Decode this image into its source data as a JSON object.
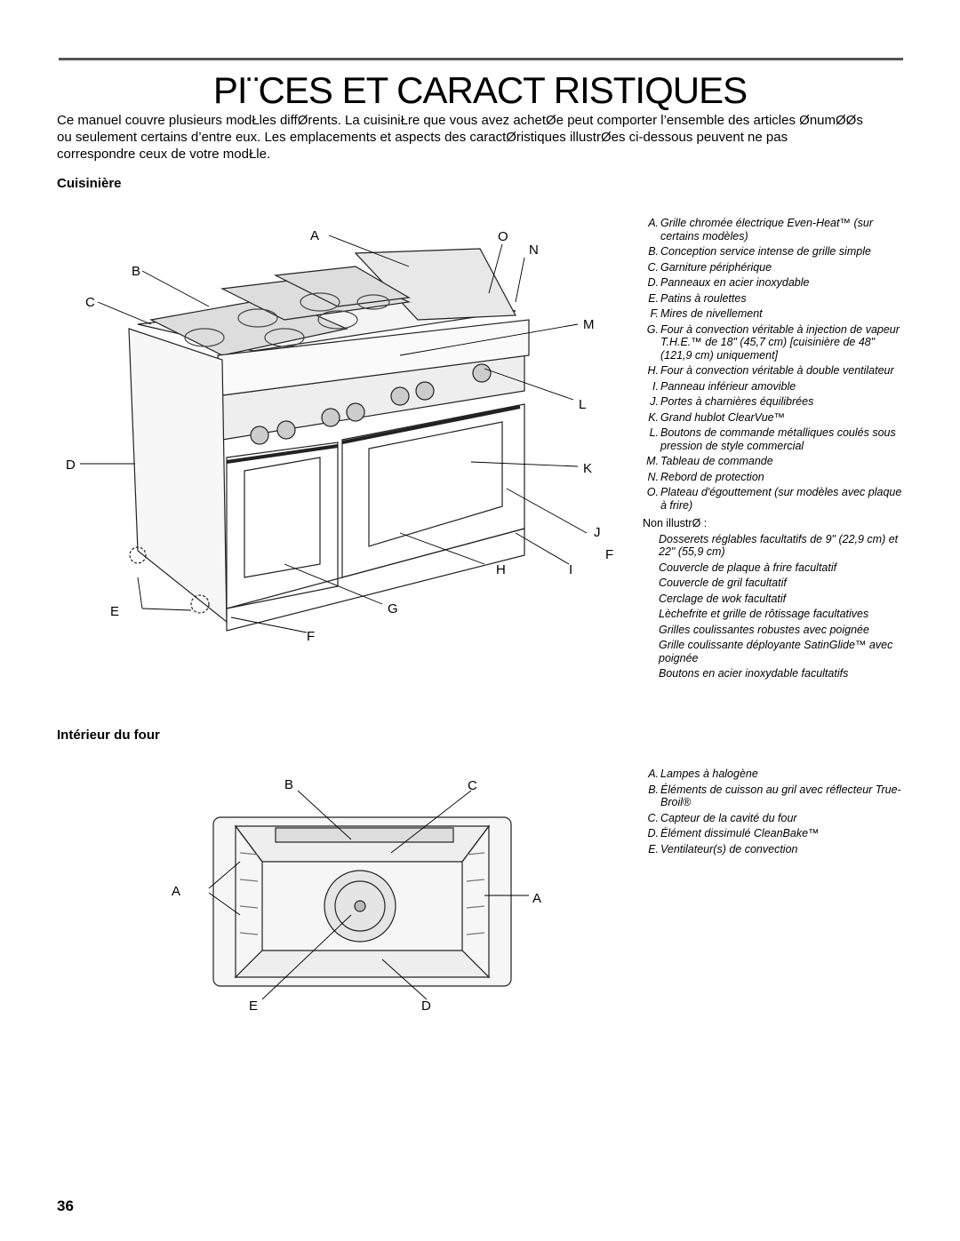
{
  "page": {
    "title": "PI¨CES ET CARACT RISTIQUES",
    "intro": [
      "Ce manuel couvre plusieurs modŁles diffØrents. La cuisiniŁre que vous avez achetØe peut comporter l’ensemble des articles ØnumØØs",
      "ou seulement certains d’entre eux. Les emplacements et aspects  des caractØristiques illustrØes ci-dessous peuvent ne pas",
      "correspondre   ceux de votre modŁle."
    ],
    "page_number": "36"
  },
  "cuisiniere": {
    "heading": "Cuisinière",
    "labels": {
      "A": "A",
      "B": "B",
      "C": "C",
      "D": "D",
      "E": "E",
      "F": "F",
      "G": "G",
      "H": "H",
      "I": "I",
      "J": "J",
      "K": "K",
      "L": "L",
      "M": "M",
      "N": "N",
      "O": "O"
    },
    "legend": [
      {
        "key": "A.",
        "text": "Grille chromée électrique Even-Heat™ (sur certains modèles)"
      },
      {
        "key": "B.",
        "text": "Conception service intense de grille simple"
      },
      {
        "key": "C.",
        "text": "Garniture périphérique"
      },
      {
        "key": "D.",
        "text": "Panneaux en acier inoxydable"
      },
      {
        "key": "E.",
        "text": "Patins à roulettes"
      },
      {
        "key": "F.",
        "text": "Mires de nivellement"
      },
      {
        "key": "G.",
        "text": "Four à convection véritable à injection de vapeur T.H.E.™ de 18\" (45,7 cm) [cuisinière de 48\" (121,9 cm) uniquement]"
      },
      {
        "key": "H.",
        "text": "Four à convection véritable à double ventilateur"
      },
      {
        "key": "I.",
        "text": "Panneau inférieur amovible"
      },
      {
        "key": "J.",
        "text": "Portes à charnières équilibrées"
      },
      {
        "key": "K.",
        "text": "Grand hublot ClearVue™"
      },
      {
        "key": "L.",
        "text": "Boutons de commande métalliques coulés sous pression de style commercial"
      },
      {
        "key": "M.",
        "text": "Tableau de commande"
      },
      {
        "key": "N.",
        "text": "Rebord de protection"
      },
      {
        "key": "O.",
        "text": "Plateau d'égouttement (sur modèles avec plaque à frire)"
      }
    ],
    "not_shown_heading": "Non illustrØ :",
    "not_shown": [
      "Dosserets réglables facultatifs de 9\" (22,9 cm) et 22\" (55,9 cm)",
      "Couvercle de plaque à frire facultatif",
      "Couvercle de gril facultatif",
      "Cerclage de wok facultatif",
      "Lèchefrite et grille de rôtissage facultatives",
      "Grilles coulissantes robustes avec poignée",
      "Grille coulissante déployante SatinGlide™ avec poignée",
      "Boutons en acier inoxydable facultatifs"
    ]
  },
  "interieur": {
    "heading": "Intérieur du four",
    "labels": {
      "A": "A",
      "B": "B",
      "C": "C",
      "D": "D",
      "E": "E"
    },
    "legend": [
      {
        "key": "A.",
        "text": "Lampes à halogène"
      },
      {
        "key": "B.",
        "text": "Éléments de cuisson au gril avec réflecteur True-Broil®"
      },
      {
        "key": "C.",
        "text": "Capteur de la cavité du four"
      },
      {
        "key": "D.",
        "text": "Élément dissimulé CleanBake™"
      },
      {
        "key": "E.",
        "text": "Ventilateur(s) de convection"
      }
    ]
  }
}
